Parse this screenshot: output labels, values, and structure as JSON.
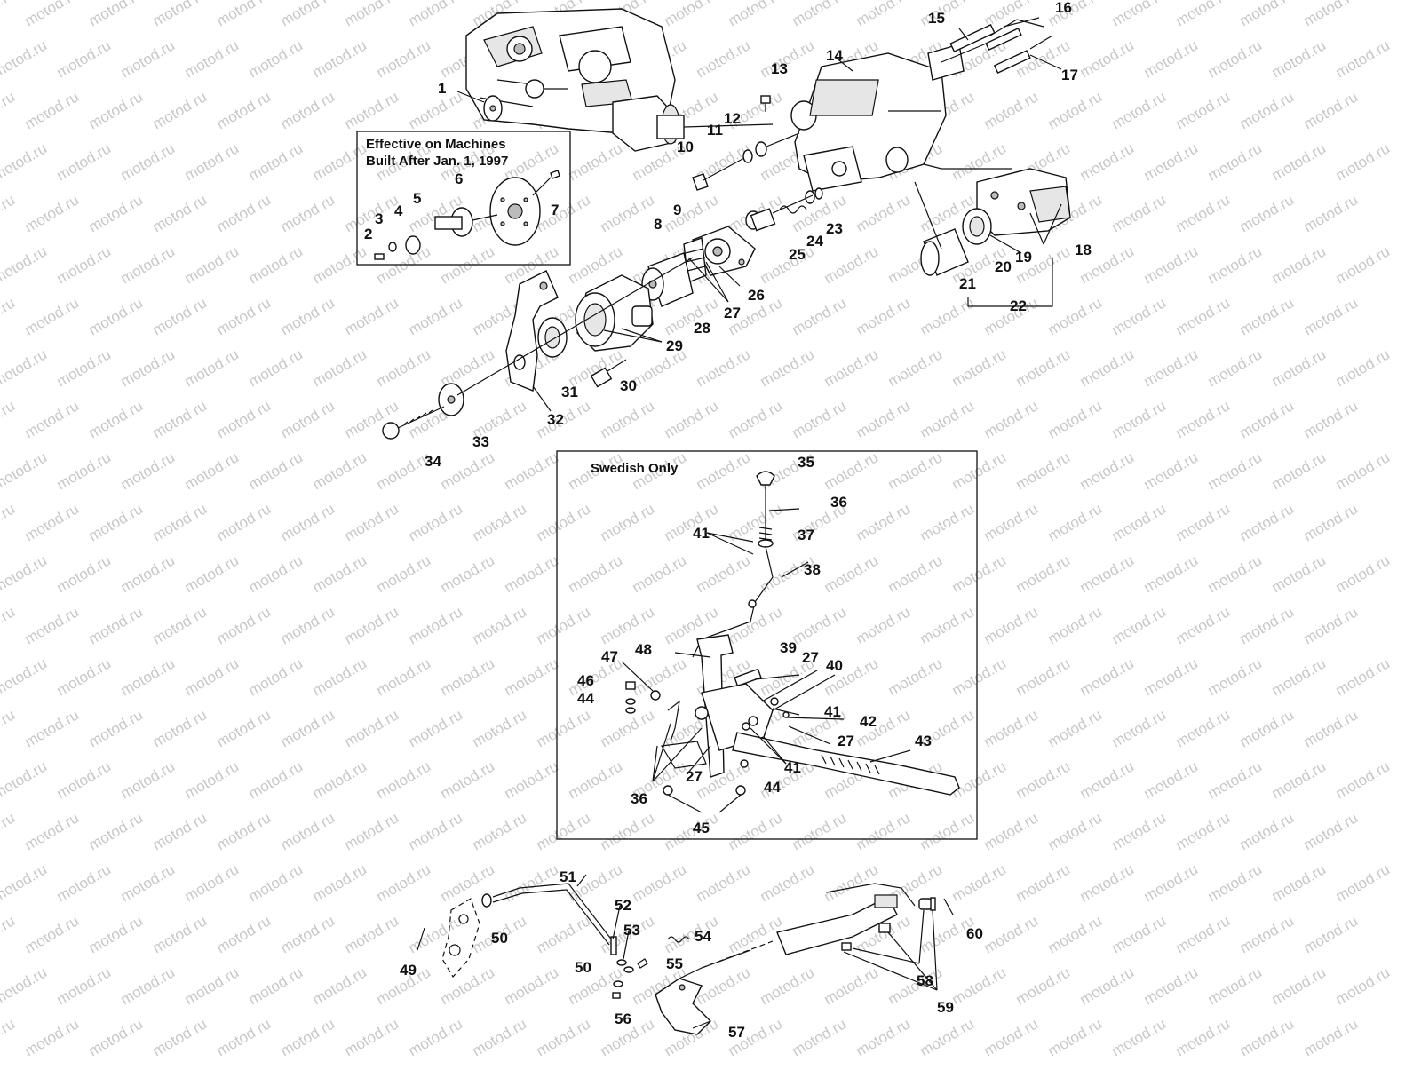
{
  "watermark": "motod.ru",
  "inset_boxes": {
    "machines_note_line1": "Effective on Machines",
    "machines_note_line2": "Built After Jan. 1, 1997",
    "swedish_label": "Swedish Only"
  },
  "callouts": {
    "c1": "1",
    "c2": "2",
    "c3": "3",
    "c4": "4",
    "c5": "5",
    "c6": "6",
    "c7": "7",
    "c8": "8",
    "c9": "9",
    "c10": "10",
    "c11": "11",
    "c12": "12",
    "c13": "13",
    "c14": "14",
    "c15": "15",
    "c16": "16",
    "c17": "17",
    "c18": "18",
    "c19": "19",
    "c20": "20",
    "c21": "21",
    "c22": "22",
    "c23": "23",
    "c24": "24",
    "c25": "25",
    "c26": "26",
    "c27a": "27",
    "c28": "28",
    "c29": "29",
    "c30": "30",
    "c31": "31",
    "c32": "32",
    "c33": "33",
    "c34": "34",
    "c35": "35",
    "c36a": "36",
    "c37": "37",
    "c38": "38",
    "c39": "39",
    "c27b": "27",
    "c40": "40",
    "c41a": "41",
    "c41b": "41",
    "c42": "42",
    "c27c": "27",
    "c43": "43",
    "c41c": "41",
    "c27d": "27",
    "c44a": "44",
    "c36b": "36",
    "c45": "45",
    "c46": "46",
    "c44b": "44",
    "c47": "47",
    "c48": "48",
    "c49": "49",
    "c50a": "50",
    "c51": "51",
    "c52": "52",
    "c53": "53",
    "c54": "54",
    "c55": "55",
    "c50b": "50",
    "c56": "56",
    "c57": "57",
    "c58": "58",
    "c59": "59",
    "c60": "60"
  }
}
